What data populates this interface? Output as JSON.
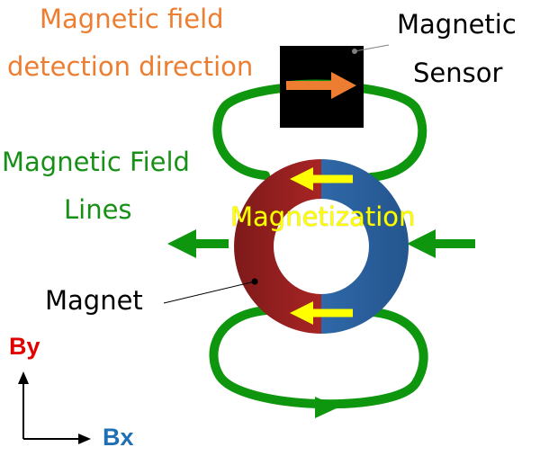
{
  "labels": {
    "detection_line1": "Magnetic field",
    "detection_line2": "detection direction",
    "sensor_line1": "Magnetic",
    "sensor_line2": "Sensor",
    "field_line1": "Magnetic Field",
    "field_line2": "Lines",
    "magnetization": "Magnetization",
    "magnet": "Magnet",
    "axis_y": "By",
    "axis_x": "Bx"
  },
  "colors": {
    "field_lines": "#0E960E",
    "magnet_left": "#9B2020",
    "magnet_right": "#2A5F9E",
    "magnetization_arrow": "#FFFF00",
    "detection_arrow": "#ED7D31",
    "sensor": "#000000",
    "axis_y_label": "#E00000",
    "axis_x_label": "#1F6FB5"
  }
}
